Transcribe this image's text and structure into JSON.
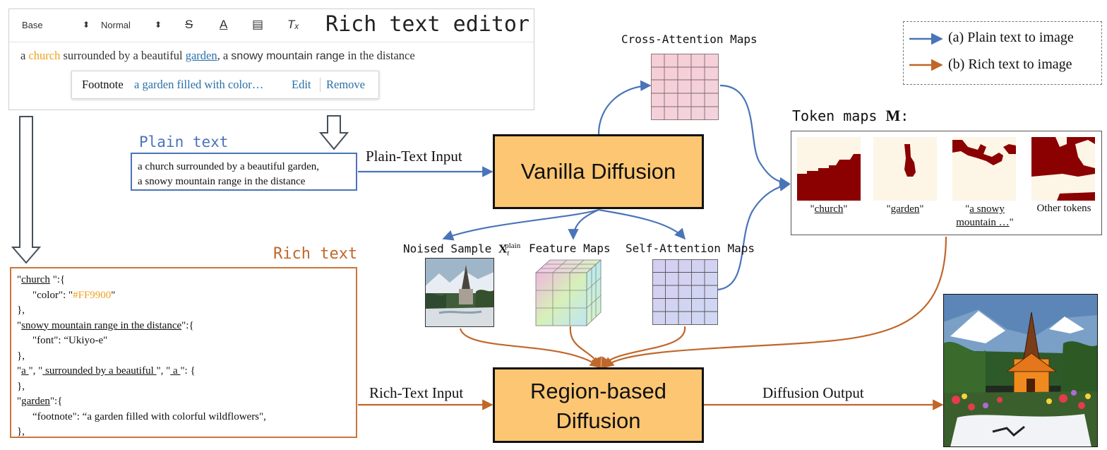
{
  "editor": {
    "title": "Rich text editor",
    "toolbar": {
      "font_select": "Base",
      "size_select": "Normal",
      "select_arrow": "⬍",
      "strike_icon": "S",
      "color_icon": "A",
      "footnote_icon": "▤",
      "clear_icon": "Tₓ"
    },
    "text": {
      "w1": "a ",
      "w2": "church",
      "w3": " surrounded by a beautiful ",
      "w4": "garden",
      "w5": ", a ",
      "w6": "snowy mountain range",
      "w7": " in the distance"
    },
    "footnote": {
      "label": "Footnote",
      "value": "a garden filled with color…",
      "edit": "Edit",
      "remove": "Remove"
    }
  },
  "plain": {
    "title": "Plain text",
    "line1": "a church surrounded by a beautiful garden,",
    "line2": "a snowy mountain range in the distance",
    "input_label": "Plain-Text Input"
  },
  "rich": {
    "title": "Rich text",
    "l1a": "\"",
    "l1b": "church",
    "l1c": " \":{",
    "l2a": "\"color\": \"",
    "l2b": "#FF9900",
    "l2c": "\"",
    "l3": "},",
    "l4a": "\"",
    "l4b": "snowy mountain range in the distance",
    "l4c": "\":{",
    "l5": "\"font\": “Ukiyo-e\"",
    "l6": " },",
    "l7a": "\"",
    "l7b": "a ",
    "l7c": "\", \"",
    "l7d": " surrounded by a beautiful ",
    "l7e": "\", \"",
    "l7f": " a ",
    "l7g": "\": {",
    "l8": "},",
    "l9a": "\"",
    "l9b": "garden",
    "l9c": "\":{",
    "l10": "“footnote\": “a garden filled with colorful wildflowers\",",
    "l11": "},",
    "input_label": "Rich-Text Input"
  },
  "blocks": {
    "vanilla": "Vanilla Diffusion",
    "region_line1": "Region-based",
    "region_line2": "Diffusion"
  },
  "maps": {
    "cross_attention": "Cross-Attention Maps",
    "noised_sample": "Noised Sample",
    "noised_symbol": "X",
    "noised_sub": "t",
    "noised_sup": "plain",
    "feature": "Feature Maps",
    "self_attention": "Self-Attention Maps"
  },
  "tokens": {
    "title": "Token maps",
    "symbol": "M",
    "colon": ":",
    "church_q1": "\"",
    "church": "church",
    "church_q2": "\"",
    "garden_q1": "\"",
    "garden": "garden",
    "garden_q2": "\"",
    "snowy_q1": "\"",
    "snowy_l1": "a snowy",
    "snowy_l2": "mountain …",
    "snowy_q2": "\"",
    "other": "Other tokens"
  },
  "output": {
    "label": "Diffusion Output"
  },
  "legend": {
    "plain": "(a) Plain text to image",
    "rich": "(b) Rich text to image"
  },
  "colors": {
    "blue": "#4a74b8",
    "orange": "#c0672a",
    "accent": "#f0a020",
    "block": "#fcc672",
    "mapred": "#8b0000",
    "mapcream": "#fdf5e6",
    "link": "#2a6fa8"
  }
}
